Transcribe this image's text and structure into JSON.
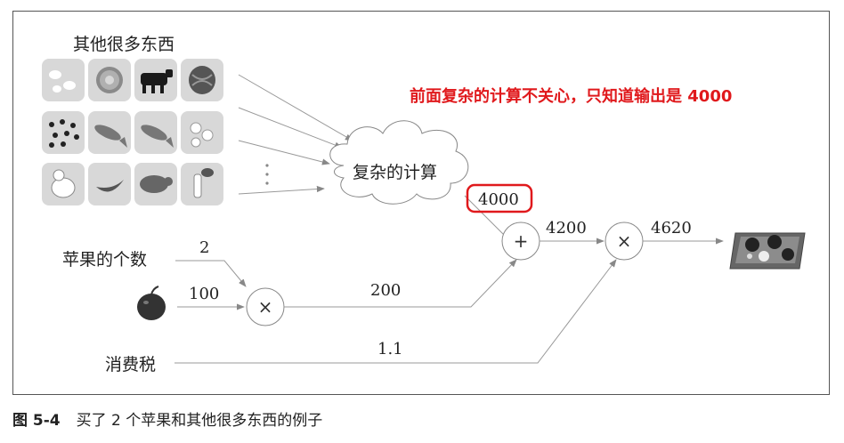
{
  "diagram": {
    "items_label": "其他很多东西",
    "cloud_label": "复杂的计算",
    "annotation": "前面复杂的计算不关心，只知道输出是 4000",
    "apple_count_label": "苹果的个数",
    "tax_label": "消费税",
    "values": {
      "apple_count": "2",
      "apple_price": "100",
      "mul1_out": "200",
      "cloud_out": "4000",
      "add_out": "4200",
      "tax": "1.1",
      "final": "4620"
    },
    "nodes": {
      "mul": "×",
      "add": "+"
    },
    "items": [
      "beans-icon",
      "donut-icon",
      "cow-icon",
      "walnut-icon",
      "black-beans-icon",
      "fish-icon",
      "fish-icon",
      "rice-balls-icon",
      "chicken-icon",
      "banana-icon",
      "pig-icon",
      "mushroom-icon"
    ],
    "colors": {
      "annotation": "#e0191c",
      "highlight_box": "#e0191c",
      "tile": "#d8d8d8"
    }
  },
  "caption": {
    "figure_no": "图 5-4",
    "text": "买了 2 个苹果和其他很多东西的例子"
  }
}
